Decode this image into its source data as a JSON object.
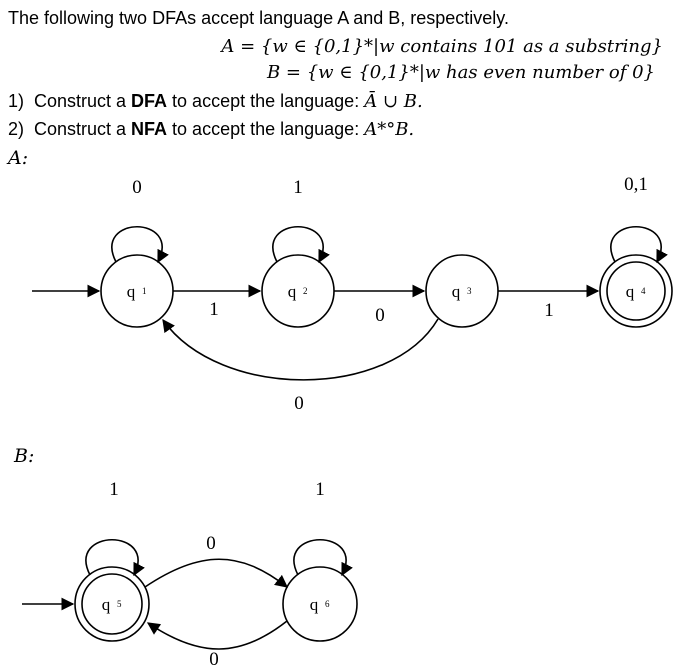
{
  "intro": "The following two DFAs accept language A and B, respectively.",
  "definitions": {
    "A": "A = {w ∈ {0,1}*|w contains 101 as a substring}",
    "B": "B = {w ∈ {0,1}*|w has even number of 0}"
  },
  "tasks": [
    {
      "num": "1)",
      "pre": "Construct a ",
      "bold": "DFA",
      "post": " to accept the language: ",
      "expr": "Ā ∪ B."
    },
    {
      "num": "2)",
      "pre": "Construct a ",
      "bold": "NFA",
      "post": " to accept the language: ",
      "expr": "A*°B."
    }
  ],
  "automaton_A": {
    "label": "A:",
    "states": [
      {
        "base": "q",
        "sub": "1",
        "start": true,
        "accept": false
      },
      {
        "base": "q",
        "sub": "2",
        "start": false,
        "accept": false
      },
      {
        "base": "q",
        "sub": "3",
        "start": false,
        "accept": false
      },
      {
        "base": "q",
        "sub": "4",
        "start": false,
        "accept": true
      }
    ],
    "transitions": [
      {
        "from": "q1",
        "to": "q1",
        "symbol": "0"
      },
      {
        "from": "q1",
        "to": "q2",
        "symbol": "1"
      },
      {
        "from": "q2",
        "to": "q2",
        "symbol": "1"
      },
      {
        "from": "q2",
        "to": "q3",
        "symbol": "0"
      },
      {
        "from": "q3",
        "to": "q4",
        "symbol": "1"
      },
      {
        "from": "q3",
        "to": "q1",
        "symbol": "0"
      },
      {
        "from": "q4",
        "to": "q4",
        "symbol": "0,1"
      }
    ]
  },
  "automaton_B": {
    "label": "B:",
    "states": [
      {
        "base": "q",
        "sub": "5",
        "start": true,
        "accept": true
      },
      {
        "base": "q",
        "sub": "6",
        "start": false,
        "accept": false
      }
    ],
    "transitions": [
      {
        "from": "q5",
        "to": "q5",
        "symbol": "1"
      },
      {
        "from": "q5",
        "to": "q6",
        "symbol": "0"
      },
      {
        "from": "q6",
        "to": "q6",
        "symbol": "1"
      },
      {
        "from": "q6",
        "to": "q5",
        "symbol": "0"
      }
    ]
  }
}
